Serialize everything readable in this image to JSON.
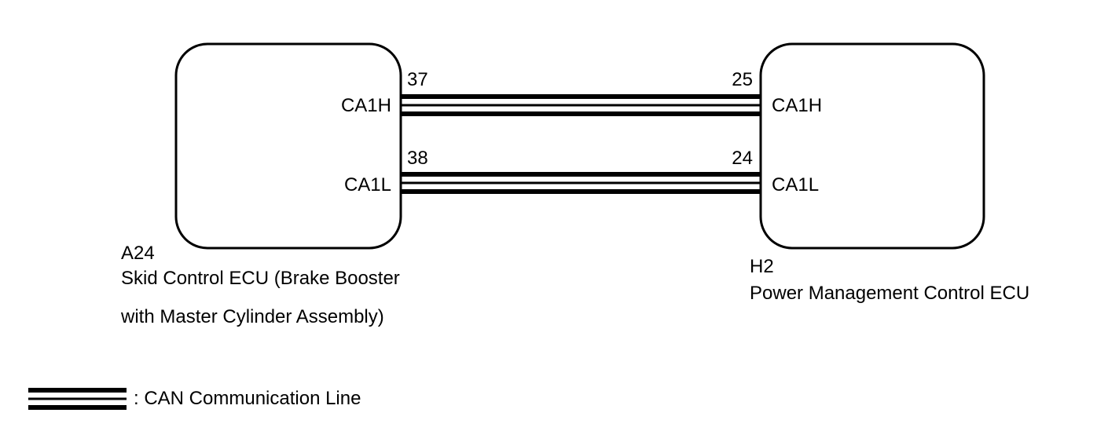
{
  "left_ecu": {
    "code": "A24",
    "name_line1": "Skid Control ECU (Brake Booster",
    "name_line2": "with Master Cylinder Assembly)",
    "pins": [
      {
        "number": "37",
        "signal": "CA1H"
      },
      {
        "number": "38",
        "signal": "CA1L"
      }
    ]
  },
  "right_ecu": {
    "code": "H2",
    "name": "Power Management Control ECU",
    "pins": [
      {
        "number": "25",
        "signal": "CA1H"
      },
      {
        "number": "24",
        "signal": "CA1L"
      }
    ]
  },
  "legend": {
    "label": ": CAN Communication Line"
  }
}
